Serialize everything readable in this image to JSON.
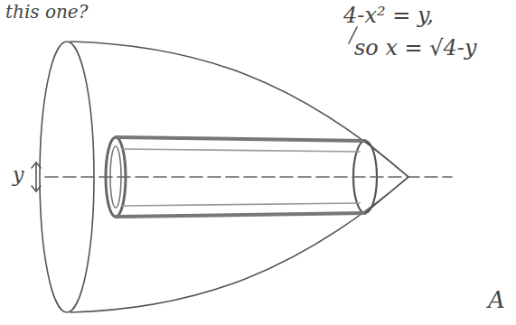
{
  "diagram": {
    "labels": [
      "this one?",
      "4-x² = y,",
      "so x = √4-y",
      "y",
      "A"
    ]
  }
}
